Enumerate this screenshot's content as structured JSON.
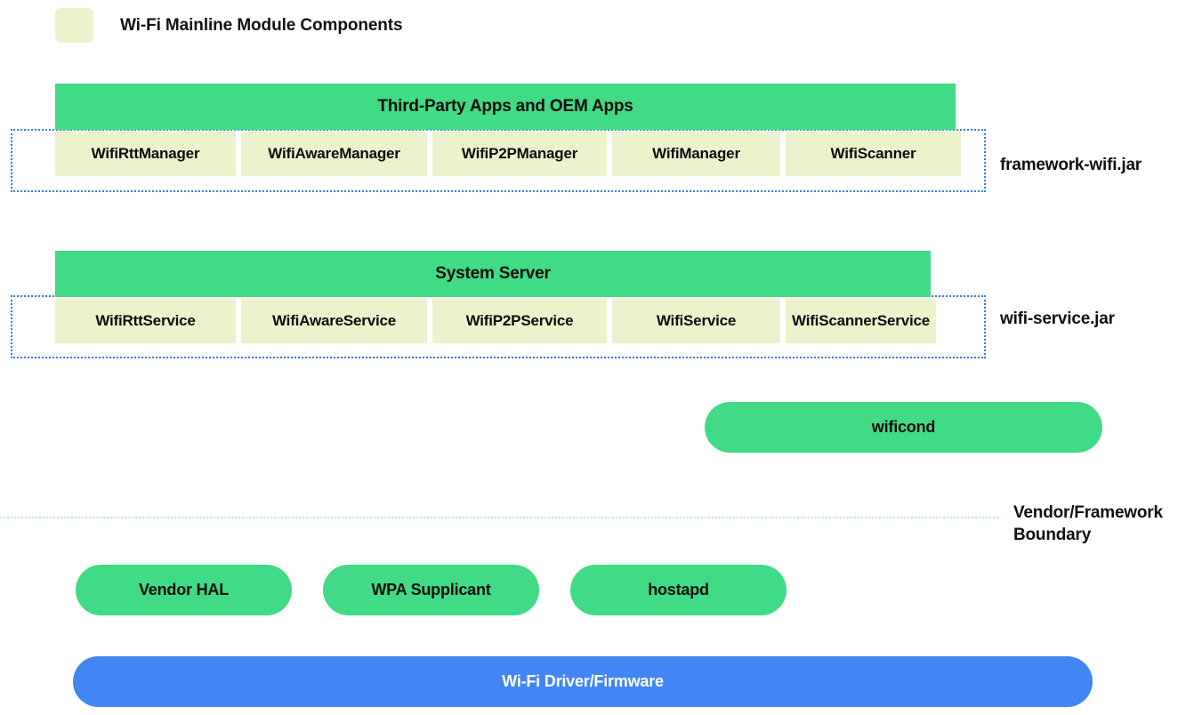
{
  "legend": {
    "swatch_color": "#ecf2cc",
    "label": "Wi-Fi Mainline Module Components"
  },
  "colors": {
    "mainline_component": "#ecf2cc",
    "framework_green": "#41da86",
    "driver_blue": "#4285f4",
    "jar_border": "#3b78e7",
    "boundary_dots": "#b8ebcd"
  },
  "layers": {
    "apps": {
      "banner": "Third-Party Apps and OEM Apps",
      "jar_label": "framework-wifi.jar",
      "components": [
        "WifiRttManager",
        "WifiAwareManager",
        "WifiP2PManager",
        "WifiManager",
        "WifiScanner"
      ]
    },
    "system_server": {
      "banner": "System Server",
      "jar_label": "wifi-service.jar",
      "components": [
        "WifiRttService",
        "WifiAwareService",
        "WifiP2PService",
        "WifiService",
        "WifiScannerService"
      ]
    },
    "native": {
      "wificond": "wificond"
    },
    "boundary": {
      "label_line1": "Vendor/Framework",
      "label_line2": "Boundary"
    },
    "vendor": {
      "pills": [
        "Vendor HAL",
        "WPA Supplicant",
        "hostapd"
      ]
    },
    "driver": {
      "label": "Wi-Fi Driver/Firmware"
    }
  }
}
